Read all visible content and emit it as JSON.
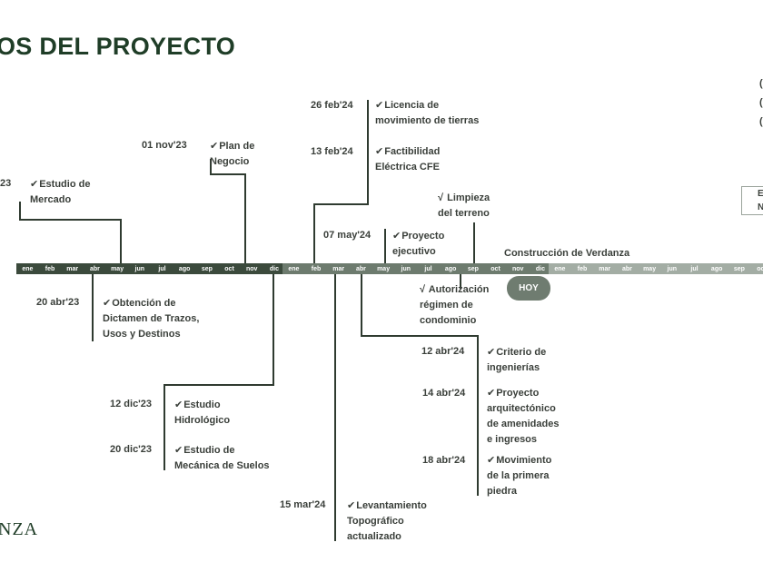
{
  "title": "OS DEL PROYECTO",
  "brand": "NZA",
  "months": [
    "ene",
    "feb",
    "mar",
    "abr",
    "may",
    "jun",
    "jul",
    "ago",
    "sep",
    "oct",
    "nov",
    "dic"
  ],
  "phase_label": "Construcción de Verdanza",
  "today_badge": "HOY",
  "right_box_lines": [
    "E",
    "N"
  ],
  "right_letters": [
    "(",
    "(",
    "("
  ],
  "colors": {
    "dark_green": "#1f3d27",
    "line": "#2f3b30",
    "band_1": "#3b4a3c",
    "band_2": "#6d7b6e",
    "band_3": "#a3ada4",
    "badge": "#6f7c70"
  },
  "milestones": {
    "mercado": {
      "date": "23",
      "text": "Estudio de\nMercado",
      "check": "✔"
    },
    "plan": {
      "date": "01 nov'23",
      "text": "Plan de\nNegocio",
      "check": "✔"
    },
    "licencia": {
      "date": "26 feb'24",
      "text": "Licencia de\nmovimiento de tierras",
      "check": "✔"
    },
    "factibilidad": {
      "date": "13 feb'24",
      "text": "Factibilidad\nEléctrica CFE",
      "check": "✔"
    },
    "limpieza": {
      "text": "Limpieza\ndel terreno",
      "check": "√"
    },
    "ejecutivo": {
      "date": "07 may'24",
      "text": "Proyecto\nejecutivo",
      "check": "✔"
    },
    "dictamen": {
      "date": "20 abr'23",
      "text": "Obtención de\nDictamen de Trazos,\nUsos y Destinos",
      "check": "✔"
    },
    "autorizacion": {
      "text": "Autorización\nrégimen de\ncondominio",
      "check": "√"
    },
    "hidrologico": {
      "date": "12 dic'23",
      "text": "Estudio\nHidrológico",
      "check": "✔"
    },
    "suelos": {
      "date": "20 dic'23",
      "text": "Estudio de\nMecánica de Suelos",
      "check": "✔"
    },
    "criterio": {
      "date": "12 abr'24",
      "text": "Criterio de\ningenierías",
      "check": "✔"
    },
    "arquitectonico": {
      "date": "14 abr'24",
      "text": "Proyecto\narquitectónico\nde amenidades\ne ingresos",
      "check": "✔"
    },
    "piedra": {
      "date": "18 abr'24",
      "text": "Movimiento\nde la primera\npiedra",
      "check": "✔"
    },
    "topografico": {
      "date": "15 mar'24",
      "text": "Levantamiento\nTopográfico\nactualizado",
      "check": "✔"
    }
  }
}
